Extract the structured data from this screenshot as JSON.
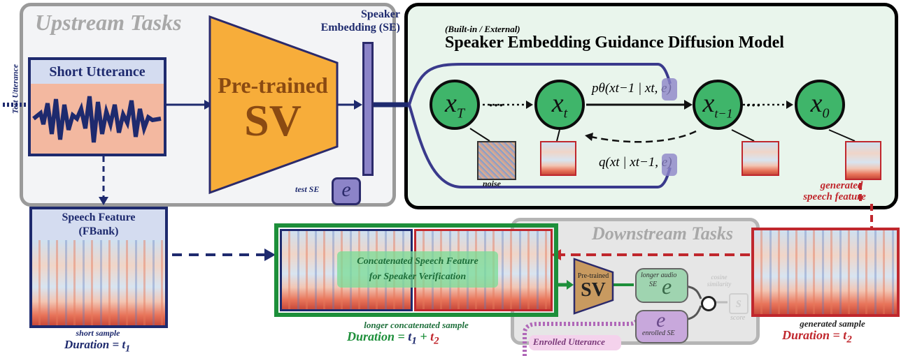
{
  "upstream": {
    "title": "Upstream Tasks",
    "test_utterance": "Test Utterance",
    "short_utterance": "Short Utterance",
    "speech_feature_line1": "Speech Feature",
    "speech_feature_line2": "(FBank)",
    "sv_top": "Pre-trained",
    "sv_main": "SV",
    "se_label_line1": "Speaker",
    "se_label_line2": "Embedding (SE)",
    "test_se": "test SE",
    "e": "e",
    "short_sample": "short sample",
    "duration_label": "Duration =",
    "t1": "t",
    "t1_sub": "1"
  },
  "diffusion": {
    "subtitle": "(Built-in / External)",
    "title": "Speaker Embedding Guidance Diffusion Model",
    "x_T": "x",
    "x_T_sub": "T",
    "x_t": "x",
    "x_t_sub": "t",
    "x_t1": "x",
    "x_t1_sub": "t−1",
    "x_0": "x",
    "x_0_sub": "0",
    "p_theta": "pθ(xt−1 | xt, e)",
    "q": "q(xt | xt−1, e)",
    "noise": "noise",
    "generated_line1": "generated",
    "generated_line2": "speech feature"
  },
  "downstream": {
    "title": "Downstream Tasks",
    "concat_line1": "Concatenated Speech Feature",
    "concat_line2": "for Speaker Verification",
    "sv_top": "Pre-trained",
    "sv_main": "SV",
    "longer_audio_line1": "longer audio",
    "longer_audio_line2": "SE",
    "enrolled_se": "enrolled SE",
    "cosine_line1": "cosine",
    "cosine_line2": "similarity",
    "s": "s",
    "score": "score",
    "enrolled_utterance": "Enrolled Utterance",
    "longer_sample": "longer concatenated sample",
    "duration_label": "Duration =",
    "t1": "t",
    "t1_sub": "1",
    "plus": "+",
    "t2": "t",
    "t2_sub": "2",
    "generated_sample": "generated sample",
    "duration2_label": "Duration =",
    "t2b": "t",
    "t2b_sub": "2"
  },
  "colors": {
    "navy": "#1e2a6e",
    "sv_orange": "#f7ad3a",
    "diff_green": "#3fb56a",
    "red": "#c0272d",
    "concat_green": "#1d8f3a"
  }
}
